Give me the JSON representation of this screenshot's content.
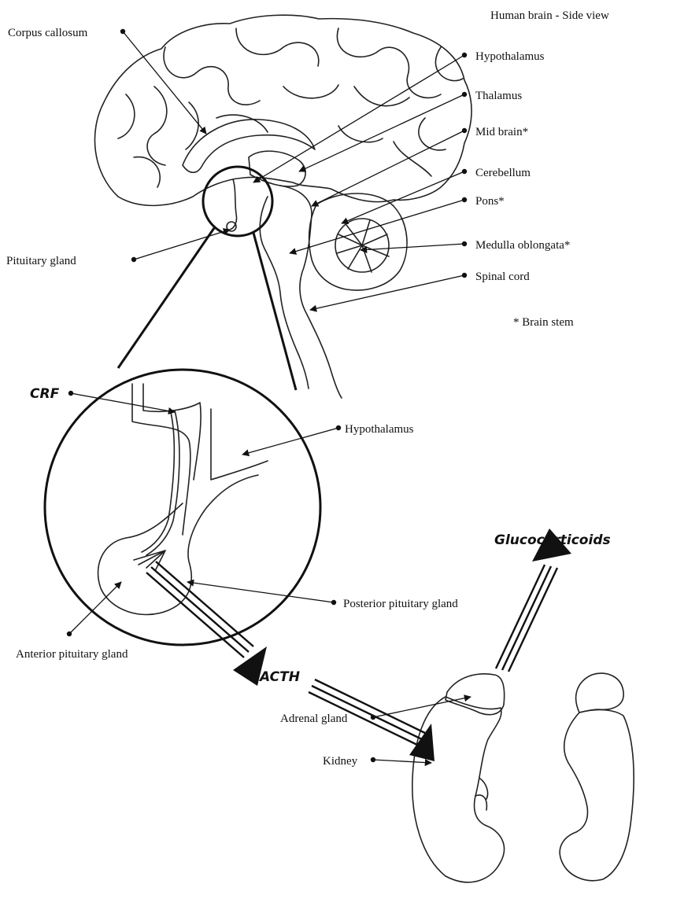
{
  "title": "Human brain - Side view",
  "footnote": "* Brain stem",
  "labels": {
    "corpus_callosum": "Corpus callosum",
    "hypothalamus_top": "Hypothalamus",
    "thalamus": "Thalamus",
    "mid_brain": "Mid brain*",
    "cerebellum": "Cerebellum",
    "pons": "Pons*",
    "medulla": "Medulla oblongata*",
    "spinal_cord": "Spinal cord",
    "pituitary_gland": "Pituitary gland",
    "hypothalamus_zoom": "Hypothalamus",
    "posterior_pituitary": "Posterior pituitary gland",
    "anterior_pituitary": "Anterior pituitary gland",
    "adrenal_gland": "Adrenal gland",
    "kidney": "Kidney"
  },
  "hormones": {
    "crf": "CRF",
    "acth": "ACTH",
    "glucocorticoids": "Glucocorticoids"
  }
}
